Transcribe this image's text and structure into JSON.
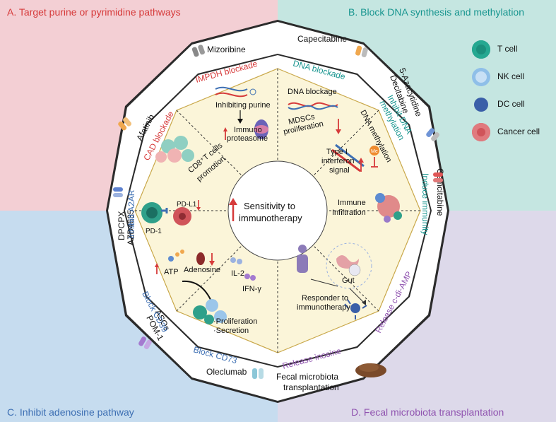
{
  "colors": {
    "quadA_bg": "#f3cfd4",
    "quadB_bg": "#c5e6e1",
    "quadC_bg": "#c6dcef",
    "quadD_bg": "#ddd9ea",
    "red": "#d63a3a",
    "teal": "#17958f",
    "blue": "#3d6fb3",
    "purple": "#9054b0",
    "inner_bg": "#fbf5d9",
    "outer_ring": "#2a2a2a"
  },
  "quadrants": {
    "A": "A. Target purine or pyrimidine pathways",
    "B": "B. Block DNA synthesis and methylation",
    "C": "C. Inhibit adenosine pathway",
    "D": "D. Fecal microbiota transplantation"
  },
  "drugs": {
    "mizoribine": "Mizoribine",
    "capecitabine": "Capecitabine",
    "azacytidine": "5-Azacytidine",
    "decitabine": "Decitabine",
    "gemcitabine": "Gemcitabine",
    "fmt_line1": "Fecal microbiota",
    "fmt_line2": "transplantation",
    "oleclumab": "Oleclumab",
    "asos": "ASOs",
    "pom1": "POM-1",
    "dpcpx": "DPCPX",
    "azd4635": "AZD4635",
    "afatinib": "Afatinib"
  },
  "strategies": {
    "impdh": "IMPDH blockade",
    "dna_blockade": "DNA blockade",
    "inhibit_dna_1": "Inhibit DNA",
    "inhibit_dna_2": "methylation",
    "induce_immunity": "Induce immunity",
    "release_cdiamp": "Release c-di-AMP",
    "release_inosine": "Release inosine",
    "block_cd73": "Block CD73",
    "block_cd39": "Block CD39",
    "inhibit_a2ar": "Inhibitt A2AR",
    "cad_blockade": "CAD blockade"
  },
  "mechanisms": {
    "inhibiting_purine": "Inhibiting purine",
    "immuno_1": "Immuno",
    "immuno_2": "proteasome",
    "dna_blockage": "DNA blockage",
    "mdscs_1": "MDSCs",
    "mdscs_2": "proliferation",
    "dna_methylation": "DNA methylation",
    "type1_1": "Type I",
    "type1_2": "interferon",
    "type1_3": "signal",
    "me": "Me",
    "immune_1": "Immune",
    "immune_2": "Infiltration",
    "gut": "Gut",
    "responder_1": "Responder to",
    "responder_2": "immunotherapy",
    "atp": "ATP",
    "adenosine": "Adenosine",
    "il2": "IL-2",
    "ifng": "IFN-γ",
    "proliferation": "·Proliferation",
    "secretion": "·Secretion",
    "pdl1": "PD-L1",
    "pd1": "PD-1",
    "cd8_1": "CD8⁺T cells",
    "cd8_2": "promotion"
  },
  "center": {
    "line1": "Sensitivity to",
    "line2": "immunotherapy"
  },
  "legend": [
    {
      "label": "T cell",
      "icon": "t-cell-icon",
      "color": "#1b8f7c"
    },
    {
      "label": "NK cell",
      "icon": "nk-cell-icon",
      "color": "#8fbfe8"
    },
    {
      "label": "DC cell",
      "icon": "dc-cell-icon",
      "color": "#3a5fa8"
    },
    {
      "label": "Cancer cell",
      "icon": "cancer-cell-icon",
      "color": "#d0545a"
    }
  ]
}
